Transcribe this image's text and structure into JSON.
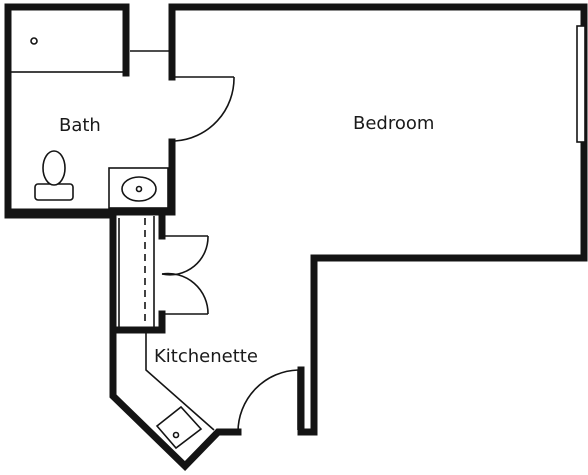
{
  "rooms": {
    "bath": "Bath",
    "bedroom": "Bedroom",
    "kitchenette": "Kitchenette"
  },
  "colors": {
    "wall": "#141414",
    "background": "#ffffff"
  }
}
